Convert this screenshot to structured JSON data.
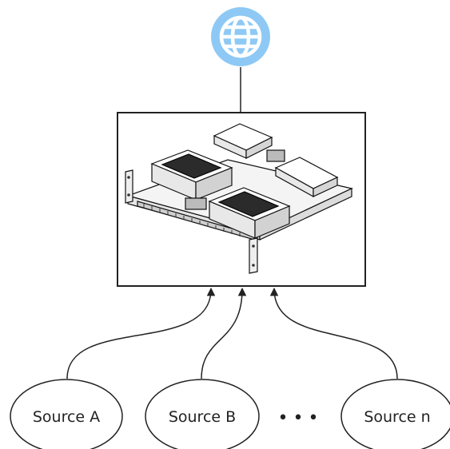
{
  "internet": {
    "icon": "globe-icon",
    "color": "#8ec9f5"
  },
  "hub": {
    "device": "rack-mount-server-chassis"
  },
  "sources": [
    {
      "label": "Source A"
    },
    {
      "label": "Source B"
    },
    {
      "label": "Source n"
    }
  ],
  "ellipsis": "•••",
  "colors": {
    "line": "#222222",
    "background": "#ffffff"
  }
}
